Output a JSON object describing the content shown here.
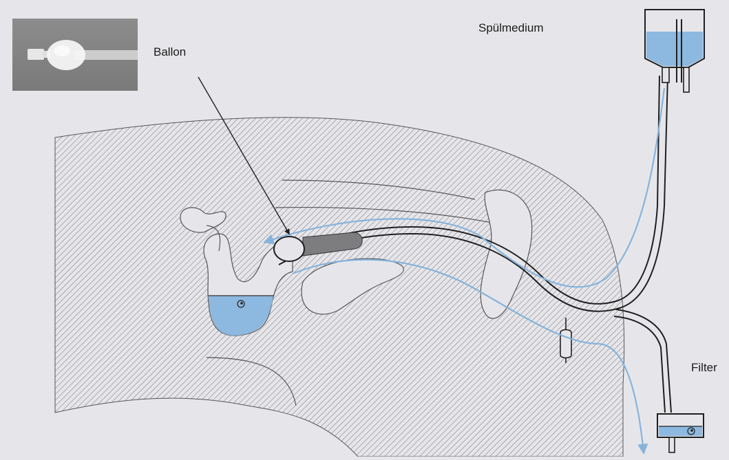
{
  "labels": {
    "balloon": "Ballon",
    "irrigation_medium": "Spülmedium",
    "filter": "Filter"
  },
  "inset_photo": {
    "subject": "balloon catheter photo"
  },
  "colors": {
    "background": "#e6e6ea",
    "fluid": "#8db8df",
    "flow_arrow": "#86b3dc",
    "hatch_line": "#8a8a8e",
    "tube_outline": "#1f1f1f",
    "balloon_fill": "#7d7d80"
  }
}
